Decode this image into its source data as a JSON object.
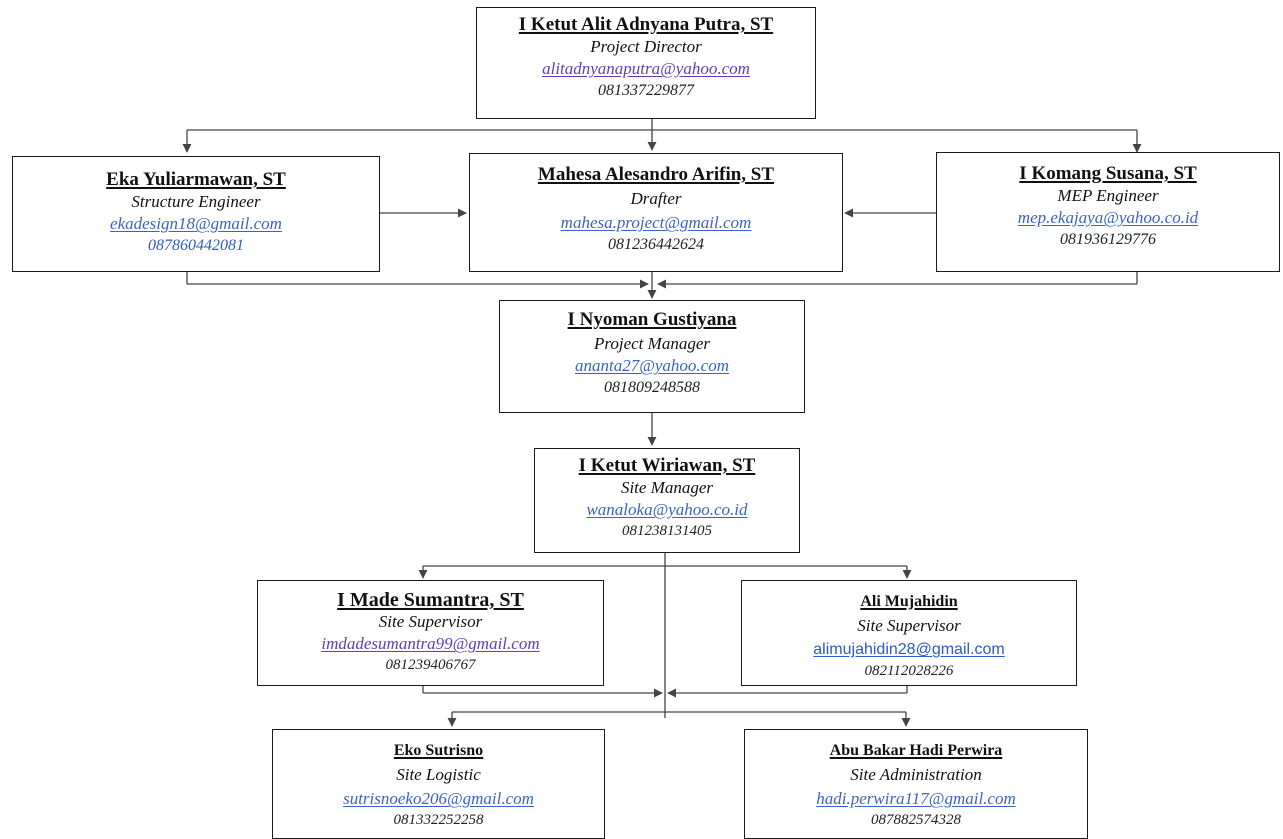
{
  "colors": {
    "line": "#444444",
    "email": "#3a63c8",
    "border": "#1a1a1a"
  },
  "nodes": {
    "director": {
      "name": "I Ketut Alit Adnyana Putra, ST",
      "role": "Project Director",
      "email": "alitadnyanaputra@yahoo.com",
      "phone": "081337229877"
    },
    "structure": {
      "name": "Eka Yuliarmawan, ST",
      "role": "Structure Engineer",
      "email": "ekadesign18@gmail.com",
      "phone": "087860442081"
    },
    "drafter": {
      "name": "Mahesa Alesandro Arifin, ST",
      "role": "Drafter",
      "email": "mahesa.project@gmail.com",
      "phone": "081236442624"
    },
    "mep": {
      "name": "I Komang Susana, ST",
      "role": "MEP Engineer",
      "email": "mep.ekajaya@yahoo.co.id",
      "phone": "081936129776"
    },
    "pm": {
      "name": "I Nyoman Gustiyana",
      "role": "Project Manager",
      "email": "ananta27@yahoo.com",
      "phone": "081809248588"
    },
    "site_manager": {
      "name": "I Ketut Wiriawan, ST",
      "role": "Site Manager",
      "email": "wanaloka@yahoo.co.id",
      "phone": "081238131405"
    },
    "supervisor_left": {
      "name": "I Made Sumantra, ST",
      "role": "Site Supervisor",
      "email": "imdadesumantra99@gmail.com",
      "phone": "081239406767"
    },
    "supervisor_right": {
      "name": "Ali Mujahidin",
      "role": "Site Supervisor",
      "email": "alimujahidin28@gmail.com",
      "phone": "082112028226"
    },
    "logistic": {
      "name": "Eko Sutrisno",
      "role": "Site Logistic",
      "email": "sutrisnoeko206@gmail.com",
      "phone": "081332252258"
    },
    "admin": {
      "name": "Abu Bakar Hadi Perwira",
      "role": "Site Administration",
      "email": "hadi.perwira117@gmail.com",
      "phone": "087882574328"
    }
  }
}
